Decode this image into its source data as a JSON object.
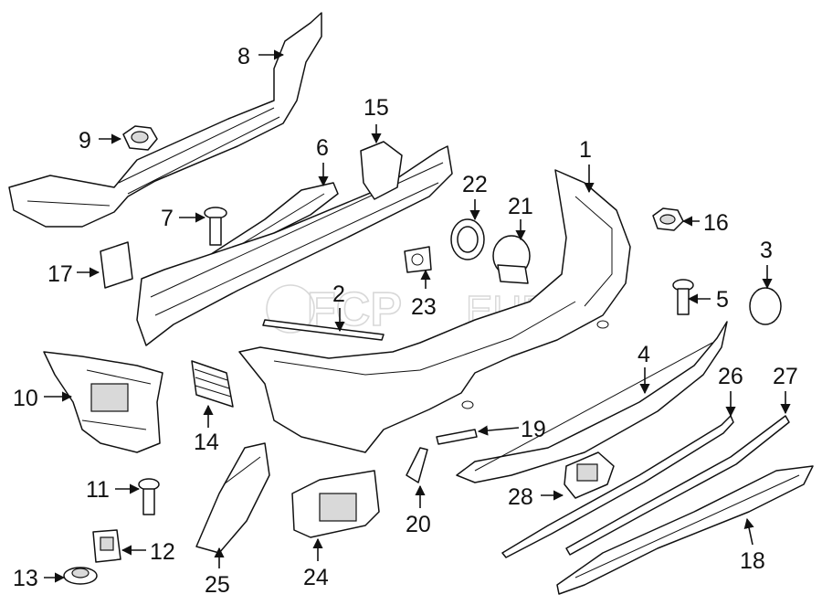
{
  "watermark": {
    "brand_a": "FCP",
    "brand_b": "EURO"
  },
  "callouts": {
    "c1": "1",
    "c2": "2",
    "c3": "3",
    "c4": "4",
    "c5": "5",
    "c6": "6",
    "c7": "7",
    "c8": "8",
    "c9": "9",
    "c10": "10",
    "c11": "11",
    "c12": "12",
    "c13": "13",
    "c14": "14",
    "c15": "15",
    "c16": "16",
    "c17": "17",
    "c18": "18",
    "c19": "19",
    "c20": "20",
    "c21": "21",
    "c22": "22",
    "c23": "23",
    "c24": "24",
    "c25": "25",
    "c26": "26",
    "c27": "27",
    "c28": "28"
  },
  "colors": {
    "line": "#111111",
    "shade": "#d9d9d9",
    "watermark": "#d8d8d8"
  }
}
